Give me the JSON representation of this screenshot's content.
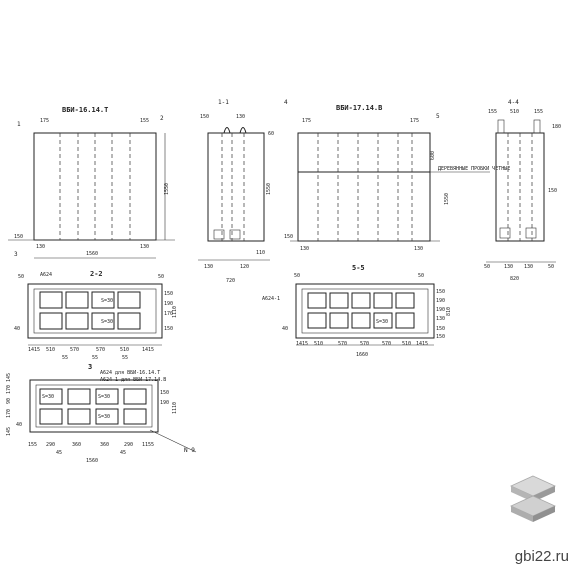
{
  "views": {
    "v1": {
      "title": "ВБИ-16.14.Т",
      "section": "1",
      "section2": "2",
      "dims": [
        "175",
        "155",
        "1550",
        "1560",
        "130",
        "130",
        "150",
        "3"
      ]
    },
    "v2": {
      "title": "1-1",
      "dims": [
        "150",
        "130",
        "60",
        "1550",
        "130",
        "120",
        "720",
        "110"
      ]
    },
    "v3": {
      "title": "ВБИ-17.14.В",
      "section": "4",
      "section2": "5",
      "dims": [
        "175",
        "175",
        "600",
        "1550",
        "130",
        "130",
        "150"
      ],
      "note": "ДЕРЕВЯННЫЕ ПРОБКИ ЧЕТНЫЕ"
    },
    "v4": {
      "title": "4-4",
      "dims": [
        "155",
        "510",
        "155",
        "180",
        "150",
        "50",
        "130",
        "130",
        "50",
        "820"
      ]
    }
  },
  "plans": {
    "p22": {
      "title": "2-2",
      "label": "А624",
      "dims": [
        "50",
        "50",
        "1415",
        "510",
        "570",
        "570",
        "510",
        "1415",
        "55",
        "55",
        "55",
        "40",
        "150",
        "190",
        "170",
        "1110",
        "150"
      ],
      "marks": [
        "S=30",
        "S=30"
      ]
    },
    "p55": {
      "title": "5-5",
      "label": "А624-1",
      "dims": [
        "50",
        "50",
        "1415",
        "510",
        "570",
        "570",
        "570",
        "510",
        "1415",
        "1660",
        "40",
        "150",
        "190",
        "190",
        "130",
        "150",
        "810",
        "150"
      ],
      "marks": [
        "S=30"
      ]
    },
    "p3": {
      "title": "3",
      "notes": [
        "А624 для ВБИ-16.14.Т",
        "А624-1 для ВБИ-17.14.В"
      ],
      "dims": [
        "145",
        "170",
        "90",
        "170",
        "145",
        "155",
        "290",
        "360",
        "360",
        "290",
        "1155",
        "1560",
        "45",
        "45",
        "40",
        "150",
        "190",
        "1110"
      ],
      "marks": [
        "S=30",
        "S=30",
        "S=30"
      ],
      "tag": "N 9"
    }
  },
  "watermark": "gbi22.ru"
}
